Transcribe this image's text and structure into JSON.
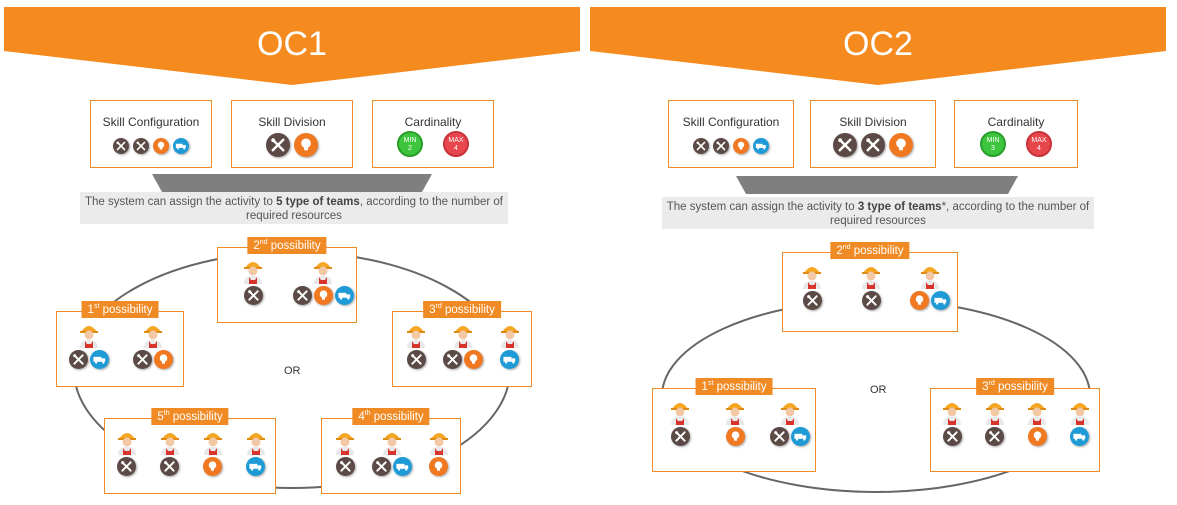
{
  "colors": {
    "orange": "#f08a24",
    "dark_circle": "#5b4a46",
    "light_orange": "#f07820",
    "blue": "#1e9ad6",
    "min_green": "#3ec53e",
    "max_red": "#e8464d"
  },
  "oc1": {
    "title": "OC1",
    "skill_configuration": {
      "label": "Skill Configuration",
      "icons": [
        "wrench-screwdriver-icon",
        "wrench-screwdriver-icon",
        "lightbulb-icon",
        "truck-icon"
      ]
    },
    "skill_division": {
      "label": "Skill Division",
      "icons": [
        "wrench-screwdriver-icon",
        "lightbulb-icon"
      ]
    },
    "cardinality": {
      "label": "Cardinality",
      "min_label": "MIN",
      "min_value": "2",
      "max_label": "MAX",
      "max_value": "4"
    },
    "system_text_pre": "The system can assign the activity to ",
    "system_text_bold": "5 type of teams",
    "system_text_post": ", according to the number of required resources",
    "or_label": "OR",
    "possibilities": [
      {
        "num": "1",
        "suffix": "st",
        "label": " possibility",
        "slots": [
          [
            "wrench-screwdriver-icon",
            "truck-icon"
          ],
          [
            "wrench-screwdriver-icon",
            "lightbulb-icon"
          ]
        ]
      },
      {
        "num": "2",
        "suffix": "nd",
        "label": " possibility",
        "slots": [
          [
            "wrench-screwdriver-icon"
          ],
          [
            "wrench-screwdriver-icon",
            "lightbulb-icon",
            "truck-icon"
          ]
        ]
      },
      {
        "num": "3",
        "suffix": "rd",
        "label": " possibility",
        "slots": [
          [
            "wrench-screwdriver-icon"
          ],
          [
            "wrench-screwdriver-icon",
            "lightbulb-icon"
          ],
          [
            "truck-icon"
          ]
        ]
      },
      {
        "num": "4",
        "suffix": "th",
        "label": " possibility",
        "slots": [
          [
            "wrench-screwdriver-icon"
          ],
          [
            "wrench-screwdriver-icon",
            "truck-icon"
          ],
          [
            "lightbulb-icon"
          ]
        ]
      },
      {
        "num": "5",
        "suffix": "th",
        "label": " possibility",
        "slots": [
          [
            "wrench-screwdriver-icon"
          ],
          [
            "wrench-screwdriver-icon"
          ],
          [
            "lightbulb-icon"
          ],
          [
            "truck-icon"
          ]
        ]
      }
    ]
  },
  "oc2": {
    "title": "OC2",
    "skill_configuration": {
      "label": "Skill Configuration",
      "icons": [
        "wrench-screwdriver-icon",
        "wrench-screwdriver-icon",
        "lightbulb-icon",
        "truck-icon"
      ]
    },
    "skill_division": {
      "label": "Skill Division",
      "icons": [
        "wrench-screwdriver-icon",
        "wrench-screwdriver-icon",
        "lightbulb-icon"
      ]
    },
    "cardinality": {
      "label": "Cardinality",
      "min_label": "MIN",
      "min_value": "3",
      "max_label": "MAX",
      "max_value": "4"
    },
    "system_text_pre": "The system can assign the activity to ",
    "system_text_bold": "3 type of teams",
    "system_text_post": "*, according to the number of required resources",
    "or_label": "OR",
    "possibilities": [
      {
        "num": "1",
        "suffix": "st",
        "label": " possibility",
        "slots": [
          [
            "wrench-screwdriver-icon"
          ],
          [
            "lightbulb-icon"
          ],
          [
            "wrench-screwdriver-icon",
            "truck-icon"
          ]
        ]
      },
      {
        "num": "2",
        "suffix": "nd",
        "label": " possibility",
        "slots": [
          [
            "wrench-screwdriver-icon"
          ],
          [
            "wrench-screwdriver-icon"
          ],
          [
            "lightbulb-icon",
            "truck-icon"
          ]
        ]
      },
      {
        "num": "3",
        "suffix": "rd",
        "label": " possibility",
        "slots": [
          [
            "wrench-screwdriver-icon"
          ],
          [
            "wrench-screwdriver-icon"
          ],
          [
            "lightbulb-icon"
          ],
          [
            "truck-icon"
          ]
        ]
      }
    ]
  }
}
